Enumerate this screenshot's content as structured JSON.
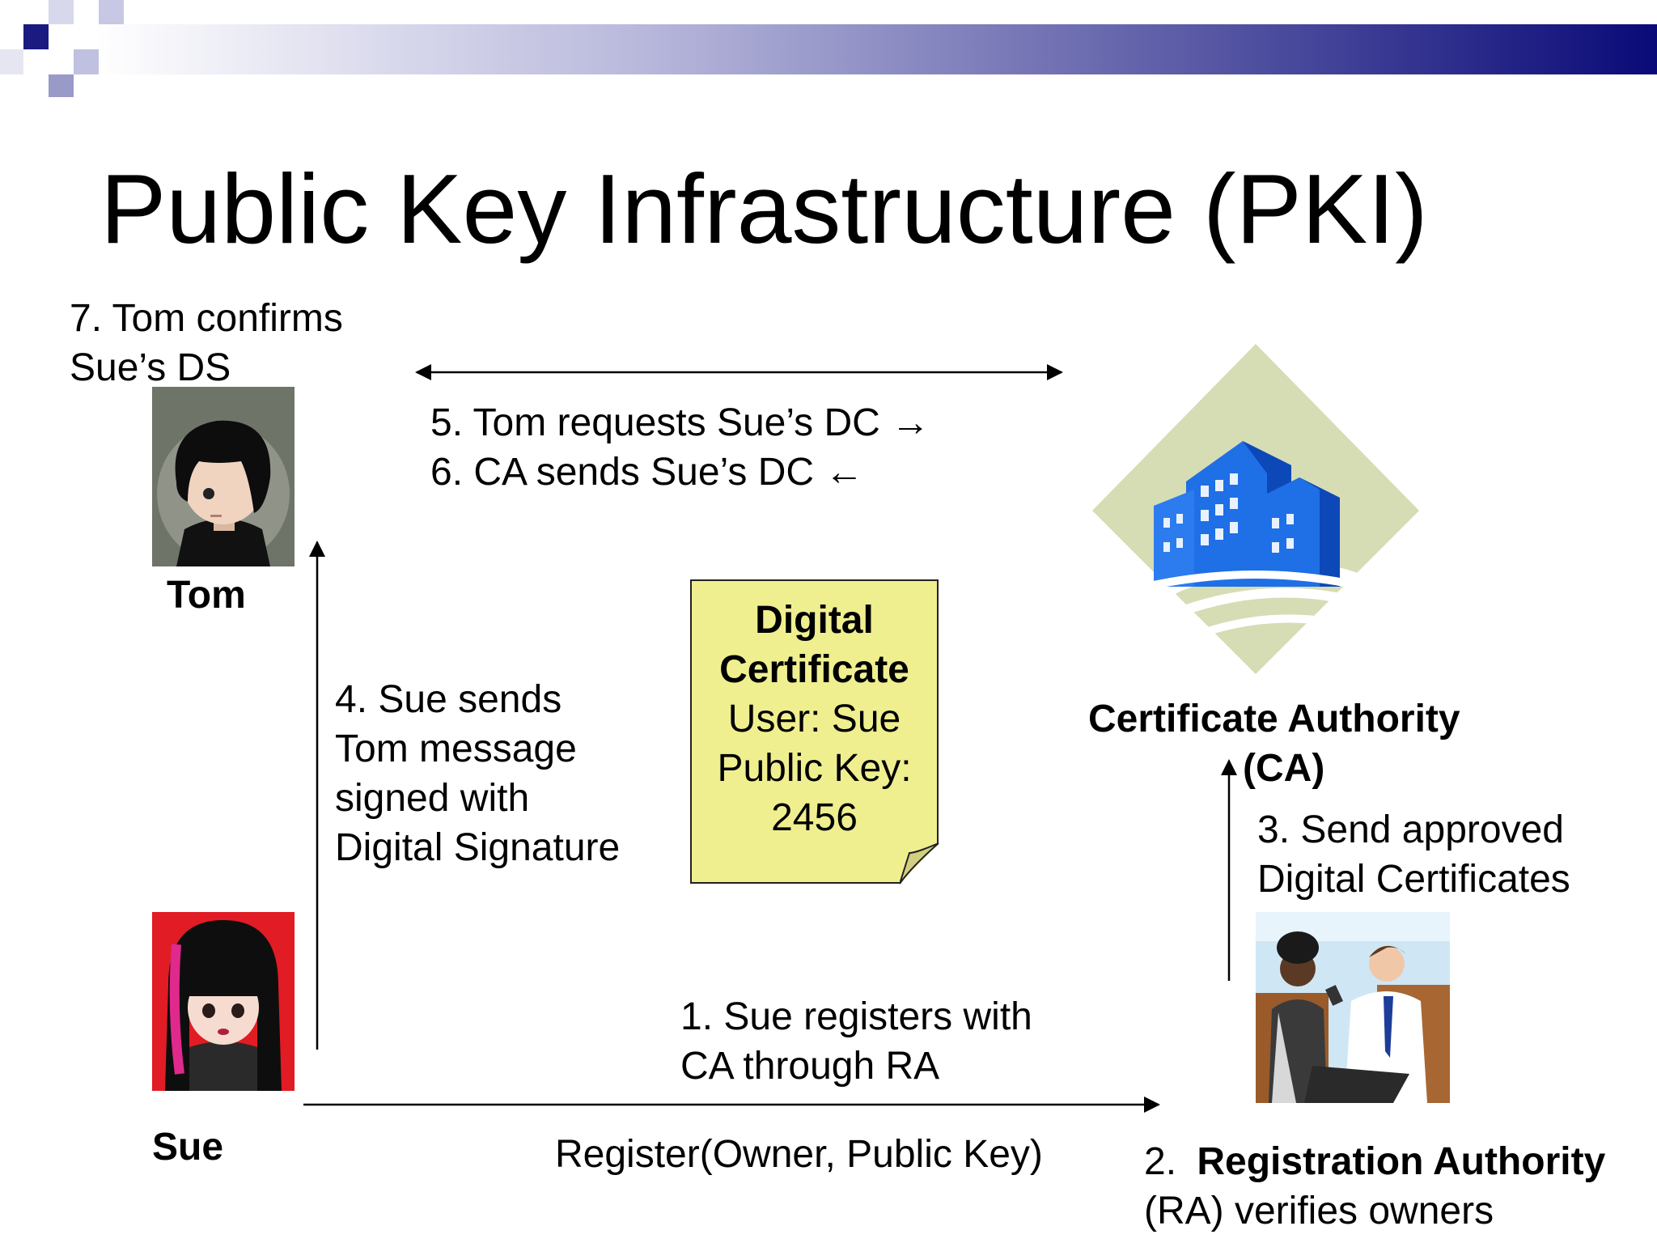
{
  "slide": {
    "title": "Public Key Infrastructure (PKI)"
  },
  "steps": {
    "step7": [
      "7. Tom confirms",
      "Sue’s DS"
    ],
    "step5": "5. Tom requests Sue’s DC →",
    "step6": "6. CA sends Sue’s DC ←",
    "step4": [
      "4. Sue sends",
      "Tom message",
      "signed with",
      "Digital Signature"
    ],
    "step3": [
      "3. Send approved",
      "Digital Certificates"
    ],
    "step1": [
      "1. Sue registers with",
      "CA through RA"
    ],
    "register_call": "Register(Owner, Public Key)",
    "step2_prefix": "2.",
    "step2_bold": "Registration Authority",
    "step2_rest": "(RA) verifies owners"
  },
  "actors": {
    "tom": "Tom",
    "sue": "Sue",
    "ca": [
      "Certificate Authority",
      "(CA)"
    ]
  },
  "certificate": {
    "heading": [
      "Digital",
      "Certificate"
    ],
    "lines": [
      "User: Sue",
      "Public Key:",
      "2456"
    ]
  },
  "colors": {
    "banner_start": "#ffffff",
    "banner_end": "#0a0a78",
    "certificate_fill": "#f0ef90",
    "building_blue": "#1f6fe6",
    "diamond": "#d6dcb4"
  },
  "icons": {
    "tom_avatar": "tom-avatar-icon",
    "sue_avatar": "sue-avatar-icon",
    "ca_building": "ca-building-icon",
    "ra_people": "ra-people-icon"
  }
}
